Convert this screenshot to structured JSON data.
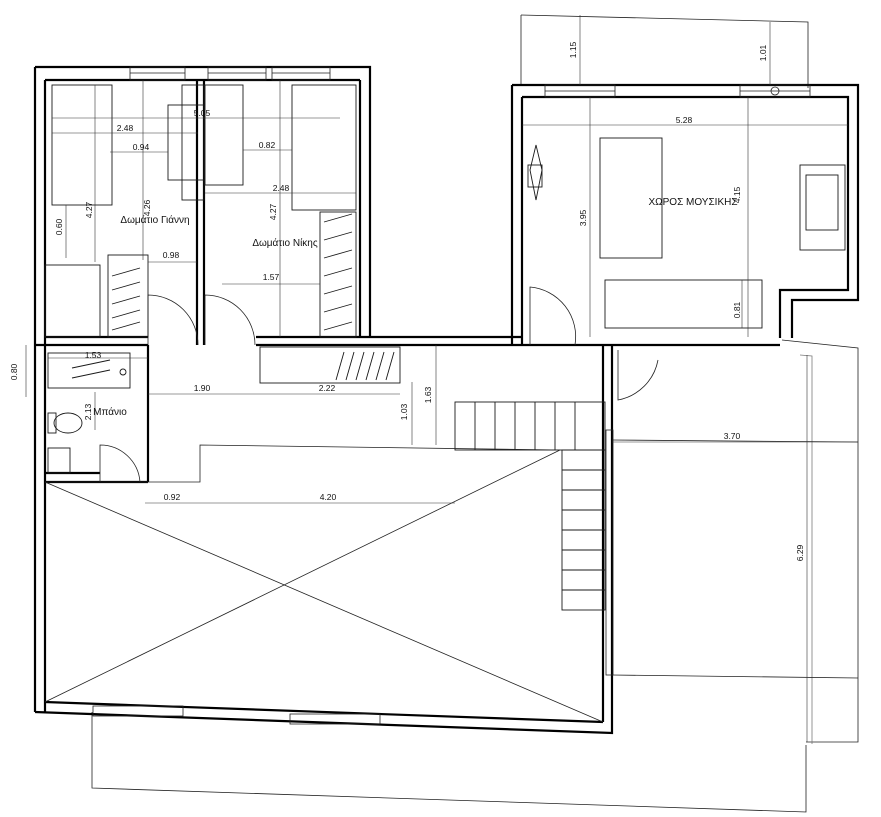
{
  "rooms": {
    "giannis": "Δωμάτιο Γιάννη",
    "nikis": "Δωμάτιο Νίκης",
    "music": "ΧΩΡΟΣ ΜΟΥΣΙΚΗΣ",
    "bath": "Μπάνιο"
  },
  "dimensions": {
    "d_1_15": "1.15",
    "d_1_01": "1.01",
    "d_5_05": "5.05",
    "d_2_48_a": "2.48",
    "d_0_94": "0.94",
    "d_0_82": "0.82",
    "d_2_48_b": "2.48",
    "d_4_27_a": "4.27",
    "d_4_26": "4.26",
    "d_4_27_b": "4.27",
    "d_0_60": "0.60",
    "d_0_98": "0.98",
    "d_1_57": "1.57",
    "d_5_28": "5.28",
    "d_3_95": "3.95",
    "d_4_15": "4.15",
    "d_0_81": "0.81",
    "d_0_80": "0.80",
    "d_1_53": "1.53",
    "d_1_90": "1.90",
    "d_2_22": "2.22",
    "d_1_63": "1.63",
    "d_1_03": "1.03",
    "d_2_13": "2.13",
    "d_3_70": "3.70",
    "d_6_29": "6.29",
    "d_0_92": "0.92",
    "d_4_20": "4.20"
  }
}
